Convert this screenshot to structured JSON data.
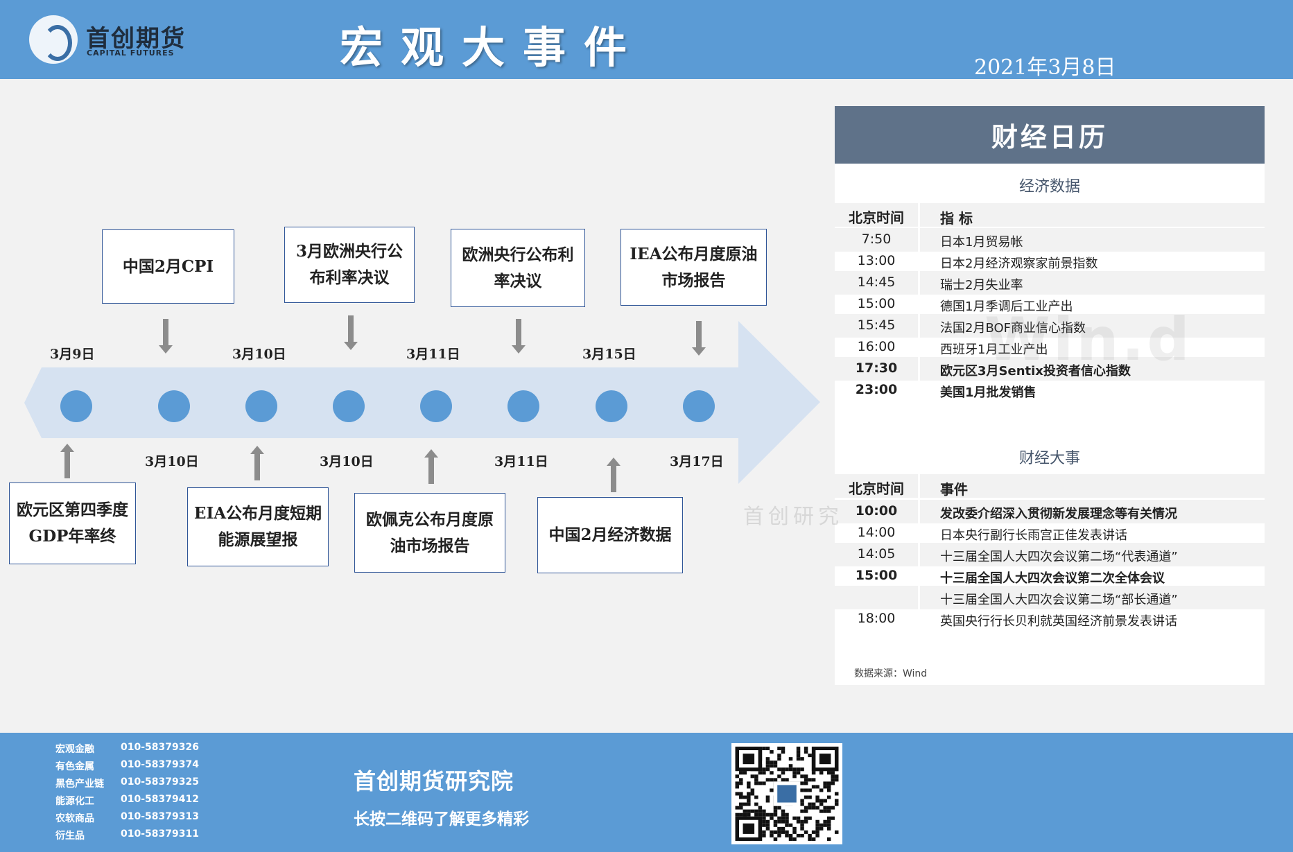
{
  "header": {
    "logo_cn": "首创期货",
    "logo_en": "CAPITAL FUTURES",
    "title": "宏观大事件",
    "date": "2021年3月8日"
  },
  "timeline": {
    "top_dates": [
      "3月9日",
      "3月10日",
      "3月11日",
      "3月15日"
    ],
    "bottom_dates": [
      "3月10日",
      "3月10日",
      "3月11日",
      "3月17日"
    ],
    "top_events": [
      "中国2月CPI",
      "3月欧洲央行公布利率决议",
      "欧洲央行公布利率决议",
      "IEA公布月度原油市场报告"
    ],
    "bottom_events": [
      "欧元区第四季度GDP年率终",
      "EIA公布月度短期能源展望报",
      "欧佩克公布月度原油市场报告",
      "中国2月经济数据"
    ]
  },
  "calendar": {
    "title": "财经日历",
    "section1_title": "经济数据",
    "col_time": "北京时间",
    "col_indicator": "指  标",
    "economic": [
      {
        "time": "7:50",
        "item": "日本1月贸易帐"
      },
      {
        "time": "13:00",
        "item": "日本2月经济观察家前景指数"
      },
      {
        "time": "14:45",
        "item": "瑞士2月失业率"
      },
      {
        "time": "15:00",
        "item": "德国1月季调后工业产出"
      },
      {
        "time": "15:45",
        "item": "法国2月BOF商业信心指数"
      },
      {
        "time": "16:00",
        "item": "西班牙1月工业产出"
      },
      {
        "time": "17:30",
        "item": "欧元区3月Sentix投资者信心指数"
      },
      {
        "time": "23:00",
        "item": "美国1月批发销售"
      }
    ],
    "section2_title": "财经大事",
    "col_event": "事件",
    "events": [
      {
        "time": "10:00",
        "item": "发改委介绍深入贯彻新发展理念等有关情况"
      },
      {
        "time": "14:00",
        "item": "日本央行副行长雨宫正佳发表讲话"
      },
      {
        "time": "14:05",
        "item": "十三届全国人大四次会议第二场“代表通道”"
      },
      {
        "time": "15:00",
        "item": "十三届全国人大四次会议第二次全体会议"
      },
      {
        "time": "",
        "item": "十三届全国人大四次会议第二场“部长通道”"
      },
      {
        "time": "18:00",
        "item": "英国央行行长贝利就英国经济前景发表讲话"
      }
    ],
    "source": "数据来源：Wind",
    "watermark": "Win.d",
    "watermark2": "首创研究"
  },
  "footer": {
    "contacts": [
      {
        "dept": "宏观金融",
        "phone": "010-58379326"
      },
      {
        "dept": "有色金属",
        "phone": "010-58379374"
      },
      {
        "dept": "黑色产业链",
        "phone": "010-58379325"
      },
      {
        "dept": "能源化工",
        "phone": "010-58379412"
      },
      {
        "dept": "农软商品",
        "phone": "010-58379313"
      },
      {
        "dept": "衍生品",
        "phone": "010-58379311"
      }
    ],
    "institute": "首创期货研究院",
    "slogan": "长按二维码了解更多精彩"
  },
  "colors": {
    "header_bg": "#5b9bd5",
    "calendar_head": "#5f7289",
    "arrow": "#d6e2f1",
    "dot": "#5b9bd5"
  }
}
